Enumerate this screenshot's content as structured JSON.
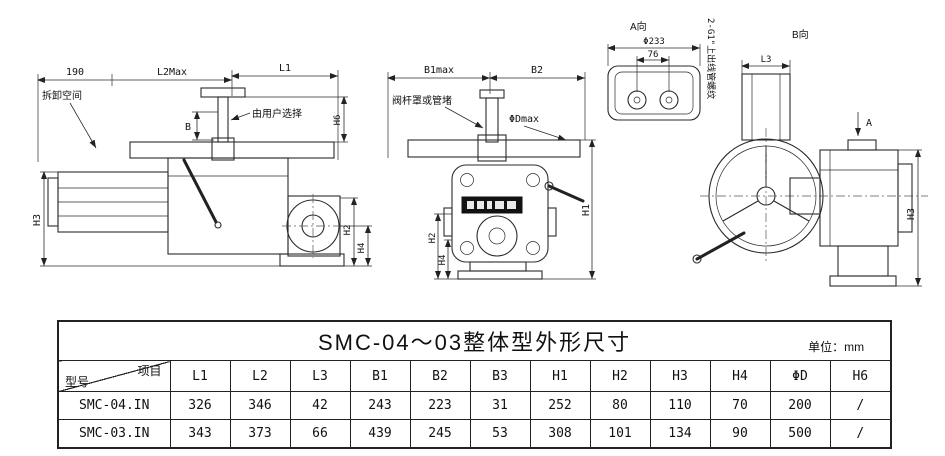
{
  "drawing": {
    "left": {
      "d190": "190",
      "l2max": "L2Max",
      "l1": "L1",
      "removal_space": "拆卸空间",
      "b": "B",
      "user_choice": "由用户选择",
      "h6": "H6",
      "h3": "H3",
      "h2": "H2",
      "h4": "H4"
    },
    "front": {
      "b1max": "B1max",
      "b2": "B2",
      "stem_note": "阀杆罩或管堵",
      "dmax": "ΦDmax",
      "h1": "H1",
      "h2": "H2",
      "h4": "H4"
    },
    "viewA": {
      "label": "A向",
      "d233": "Φ233",
      "d76": "76",
      "thread_note": "2-G1\"上出线管螺纹"
    },
    "viewB": {
      "label": "B向",
      "l3": "L3",
      "a": "A",
      "h3": "H3"
    }
  },
  "table": {
    "title": "SMC-04～03整体型外形尺寸",
    "unit": "单位：mm",
    "corner_top": "项目",
    "corner_bottom": "型号",
    "columns": [
      "L1",
      "L2",
      "L3",
      "B1",
      "B2",
      "B3",
      "H1",
      "H2",
      "H3",
      "H4",
      "ΦD",
      "H6"
    ],
    "rows": [
      {
        "model": "SMC-04.IN",
        "values": [
          "326",
          "346",
          "42",
          "243",
          "223",
          "31",
          "252",
          "80",
          "110",
          "70",
          "200",
          "/"
        ]
      },
      {
        "model": "SMC-03.IN",
        "values": [
          "343",
          "373",
          "66",
          "439",
          "245",
          "53",
          "308",
          "101",
          "134",
          "90",
          "500",
          "/"
        ]
      }
    ]
  }
}
